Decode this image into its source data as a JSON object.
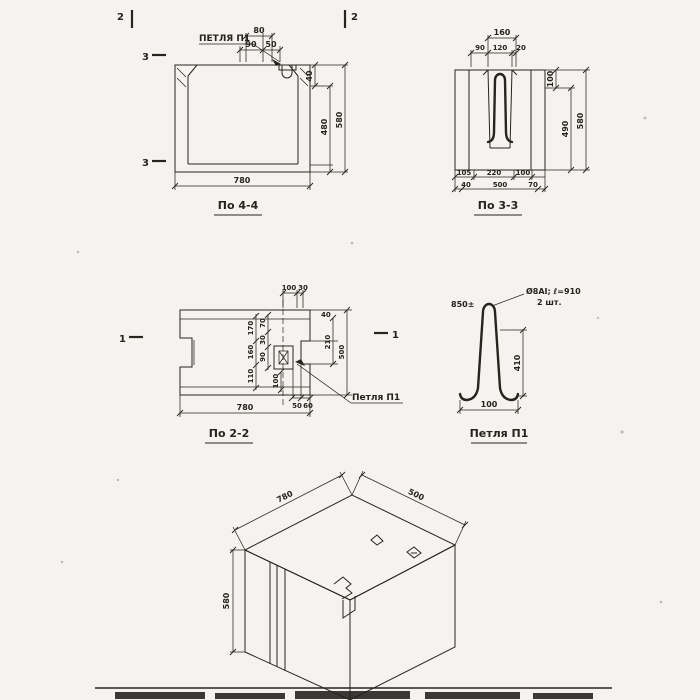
{
  "sheet": {
    "background": "#f4f3ef",
    "ink": "#27241e"
  },
  "section44": {
    "title": "По 4-4",
    "loop_callout": "ПЕТЛЯ П1",
    "marks": {
      "cut2_left": "2",
      "cut2_right": "2",
      "cut3_upper": "3",
      "cut3_lower": "3"
    },
    "dims": {
      "d80": "80",
      "d90": "90",
      "d50": "50",
      "d40": "40",
      "d480": "480",
      "d580": "580",
      "d780": "780"
    }
  },
  "section33": {
    "title": "По 3-3",
    "dims": {
      "d160": "160",
      "d90": "90",
      "d120": "120",
      "d20": "20",
      "d100_right": "100",
      "d490": "490",
      "d580": "580",
      "d105": "105",
      "d220": "220",
      "d100_bottom": "100",
      "d40": "40",
      "d500": "500",
      "d70": "70"
    }
  },
  "section22": {
    "title": "По 2-2",
    "loop_callout": "Петля П1",
    "marks": {
      "cut1_left": "1",
      "cut1_right": "1"
    },
    "dims": {
      "d100_top": "100",
      "d30_top": "30",
      "d170": "170",
      "d160": "160",
      "d110": "110",
      "d70": "70",
      "d30": "30",
      "d90": "90",
      "d100_inner": "100",
      "d40_right": "40",
      "d210": "210",
      "d500": "500",
      "d50": "50",
      "d60": "60",
      "d780": "780"
    }
  },
  "loop_detail": {
    "title": "Петля П1",
    "spec_line1": "Ø8АI; ℓ=910",
    "spec_line2": "2 шт.",
    "dims": {
      "d850": "850±",
      "d410": "410",
      "d100": "100"
    }
  },
  "iso": {
    "dims": {
      "d780": "780",
      "d500": "500",
      "d580": "580"
    }
  }
}
